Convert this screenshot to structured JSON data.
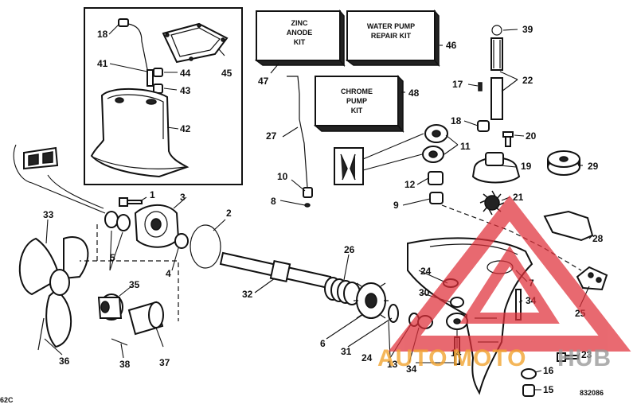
{
  "kits": {
    "zinc_anode": [
      "ZINC",
      "ANODE",
      "KIT"
    ],
    "water_pump_repair": [
      "WATER PUMP",
      "REPAIR KIT"
    ],
    "chrome_pump": [
      "CHROME",
      "PUMP",
      "KIT"
    ]
  },
  "callouts": {
    "c1": "1",
    "c2": "2",
    "c3": "3",
    "c4": "4",
    "c5": "5",
    "c6": "6",
    "c7": "7",
    "c8": "8",
    "c9": "9",
    "c10": "10",
    "c11": "11",
    "c12": "12",
    "c13": "13",
    "c14": "14",
    "c15": "15",
    "c16": "16",
    "c17": "17",
    "c18a": "18",
    "c18b": "18",
    "c19": "19",
    "c20": "20",
    "c21": "21",
    "c22": "22",
    "c23": "23",
    "c24a": "24",
    "c24b": "24",
    "c25": "25",
    "c26": "26",
    "c27": "27",
    "c28": "28",
    "c29": "29",
    "c30": "30",
    "c31": "31",
    "c32": "32",
    "c33": "33",
    "c34a": "34",
    "c34b": "34",
    "c35": "35",
    "c36": "36",
    "c37": "37",
    "c38": "38",
    "c39": "39",
    "c41": "41",
    "c42": "42",
    "c43": "43",
    "c44": "44",
    "c45": "45",
    "c46": "46",
    "c47": "47",
    "c48": "48"
  },
  "corner_labels": {
    "left": "62C",
    "right": "832086"
  },
  "watermark": {
    "part1": "AUTO",
    "part2": "MOTO",
    "part3": "HUB"
  },
  "colors": {
    "line": "#111111",
    "watermark_red": "#e0303a",
    "watermark_orange": "#f2a531",
    "watermark_gray": "#9a9a9a"
  }
}
